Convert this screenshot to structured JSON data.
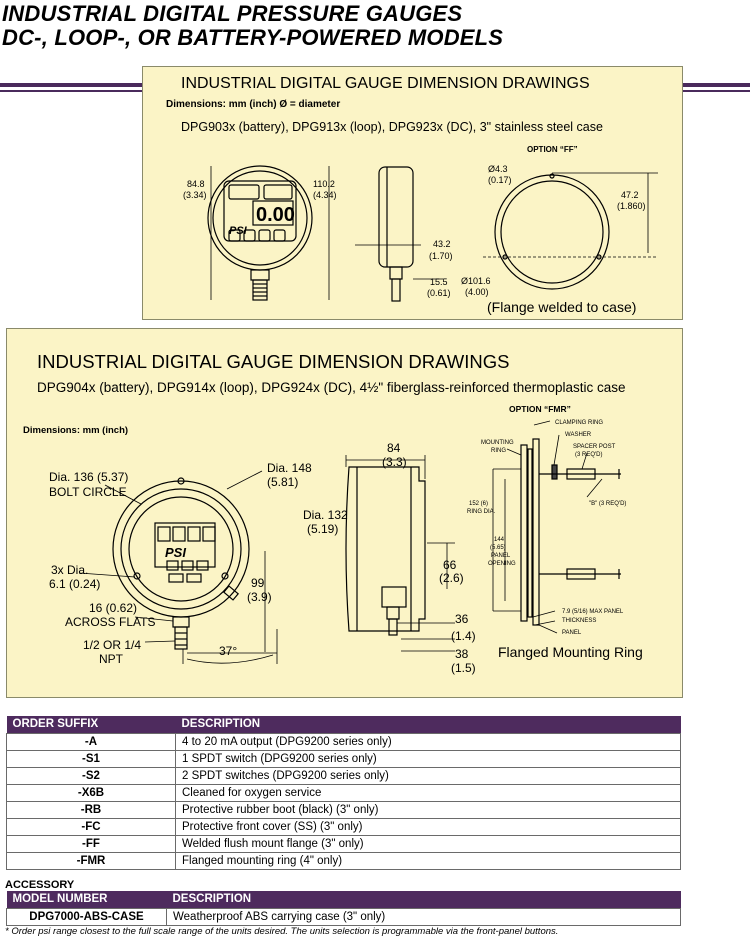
{
  "header": {
    "line1": "INDUSTRIAL DIGITAL PRESSURE GAUGES",
    "line2": "DC-, LOOP-, OR BATTERY-POWERED MODELS"
  },
  "panel1": {
    "title": "INDUSTRIAL DIGITAL GAUGE DIMENSION DRAWINGS",
    "dimensions_note": "Dimensions: mm (inch) Ø = diameter",
    "models": "DPG903x (battery), DPG913x (loop), DPG923x (DC), 3\" stainless steel case",
    "option_label": "OPTION “FF”",
    "dims": {
      "d848": "84.8",
      "d334": "(3.34)",
      "d1102": "110.2",
      "d434": "(4.34)",
      "d432": "43.2",
      "d170": "(1.70)",
      "d155": "15.5",
      "d061": "(0.61)",
      "d43": "Ø4.3",
      "d017": "(0.17)",
      "d472": "47.2",
      "d1860": "(1.860)",
      "d1016": "Ø101.6",
      "d400": "(4.00)"
    },
    "display_value": "0.00",
    "display_unit": "PSI",
    "flange_note": "(Flange welded to case)"
  },
  "panel2": {
    "title": "INDUSTRIAL DIGITAL GAUGE DIMENSION DRAWINGS",
    "models": "DPG904x (battery), DPG914x (loop), DPG924x (DC), 4½\" fiberglass-reinforced thermoplastic case",
    "dimensions_note": "Dimensions: mm (inch)",
    "option_label": "OPTION “FMR”",
    "labels": {
      "bolt_circle_1": "Dia. 136 (5.37)",
      "bolt_circle_2": "BOLT CIRCLE",
      "dia148_1": "Dia. 148",
      "dia148_2": "(5.81)",
      "dia132_1": "Dia. 132",
      "dia132_2": "(5.19)",
      "three_dia_1": "3x Dia.",
      "three_dia_2": "6.1 (0.24)",
      "flats_1": "16 (0.62)",
      "flats_2": "ACROSS FLATS",
      "npt_1": "1/2 OR 1/4",
      "npt_2": "NPT",
      "angle": "37°",
      "d99": "99",
      "d39": "(3.9)",
      "d84": "84",
      "d33": "(3.3)",
      "d66": "66",
      "d26": "(2.6)",
      "d36": "36",
      "d14": "(1.4)",
      "d38": "38",
      "d15": "(1.5)",
      "mounting_ring_1": "MOUNTING",
      "mounting_ring_2": "RING",
      "clamping_ring": "CLAMPING RING",
      "washer": "WASHER",
      "spacer_1": "SPACER POST",
      "spacer_2": "(3 REQ'D)",
      "b_req": "\"B\" (3 REQ'D)",
      "ring_dia_1": "152 (6)",
      "ring_dia_2": "RING DIA.",
      "panel_open_1": "144",
      "panel_open_2": "(5.65)",
      "panel_open_3": "PANEL",
      "panel_open_4": "OPENING",
      "max_panel_1": "7.9 (5/16) MAX PANEL",
      "max_panel_2": "THICKNESS",
      "panel": "PANEL",
      "flanged_ring": "Flanged Mounting Ring"
    },
    "display_unit": "PSI"
  },
  "order_table": {
    "col1": "ORDER SUFFIX",
    "col2": "DESCRIPTION",
    "rows": [
      {
        "code": "-A",
        "desc": "4 to 20 mA output (DPG9200 series only)"
      },
      {
        "code": "-S1",
        "desc": "1 SPDT switch (DPG9200 series only)"
      },
      {
        "code": "-S2",
        "desc": "2 SPDT switches (DPG9200 series only)"
      },
      {
        "code": "-X6B",
        "desc": "Cleaned for oxygen service"
      },
      {
        "code": "-RB",
        "desc": "Protective rubber boot (black) (3\" only)"
      },
      {
        "code": "-FC",
        "desc": "Protective front cover (SS) (3\" only)"
      },
      {
        "code": "-FF",
        "desc": "Welded flush mount flange (3\" only)"
      },
      {
        "code": "-FMR",
        "desc": "Flanged mounting ring (4\" only)"
      }
    ]
  },
  "accessory": {
    "heading": "ACCESSORY",
    "col1": "MODEL NUMBER",
    "col2": "DESCRIPTION",
    "rows": [
      {
        "code": "DPG7000-ABS-CASE",
        "desc": "Weatherproof ABS carrying case (3\" only)"
      }
    ]
  },
  "footnote": "* Order psi range closest to the full scale range of the units desired. The units selection is programmable via the front-panel buttons.",
  "colors": {
    "panel_bg": "#fbf4c6",
    "header_bar": "#4e2b5e",
    "rule": "#4a2a5c"
  }
}
